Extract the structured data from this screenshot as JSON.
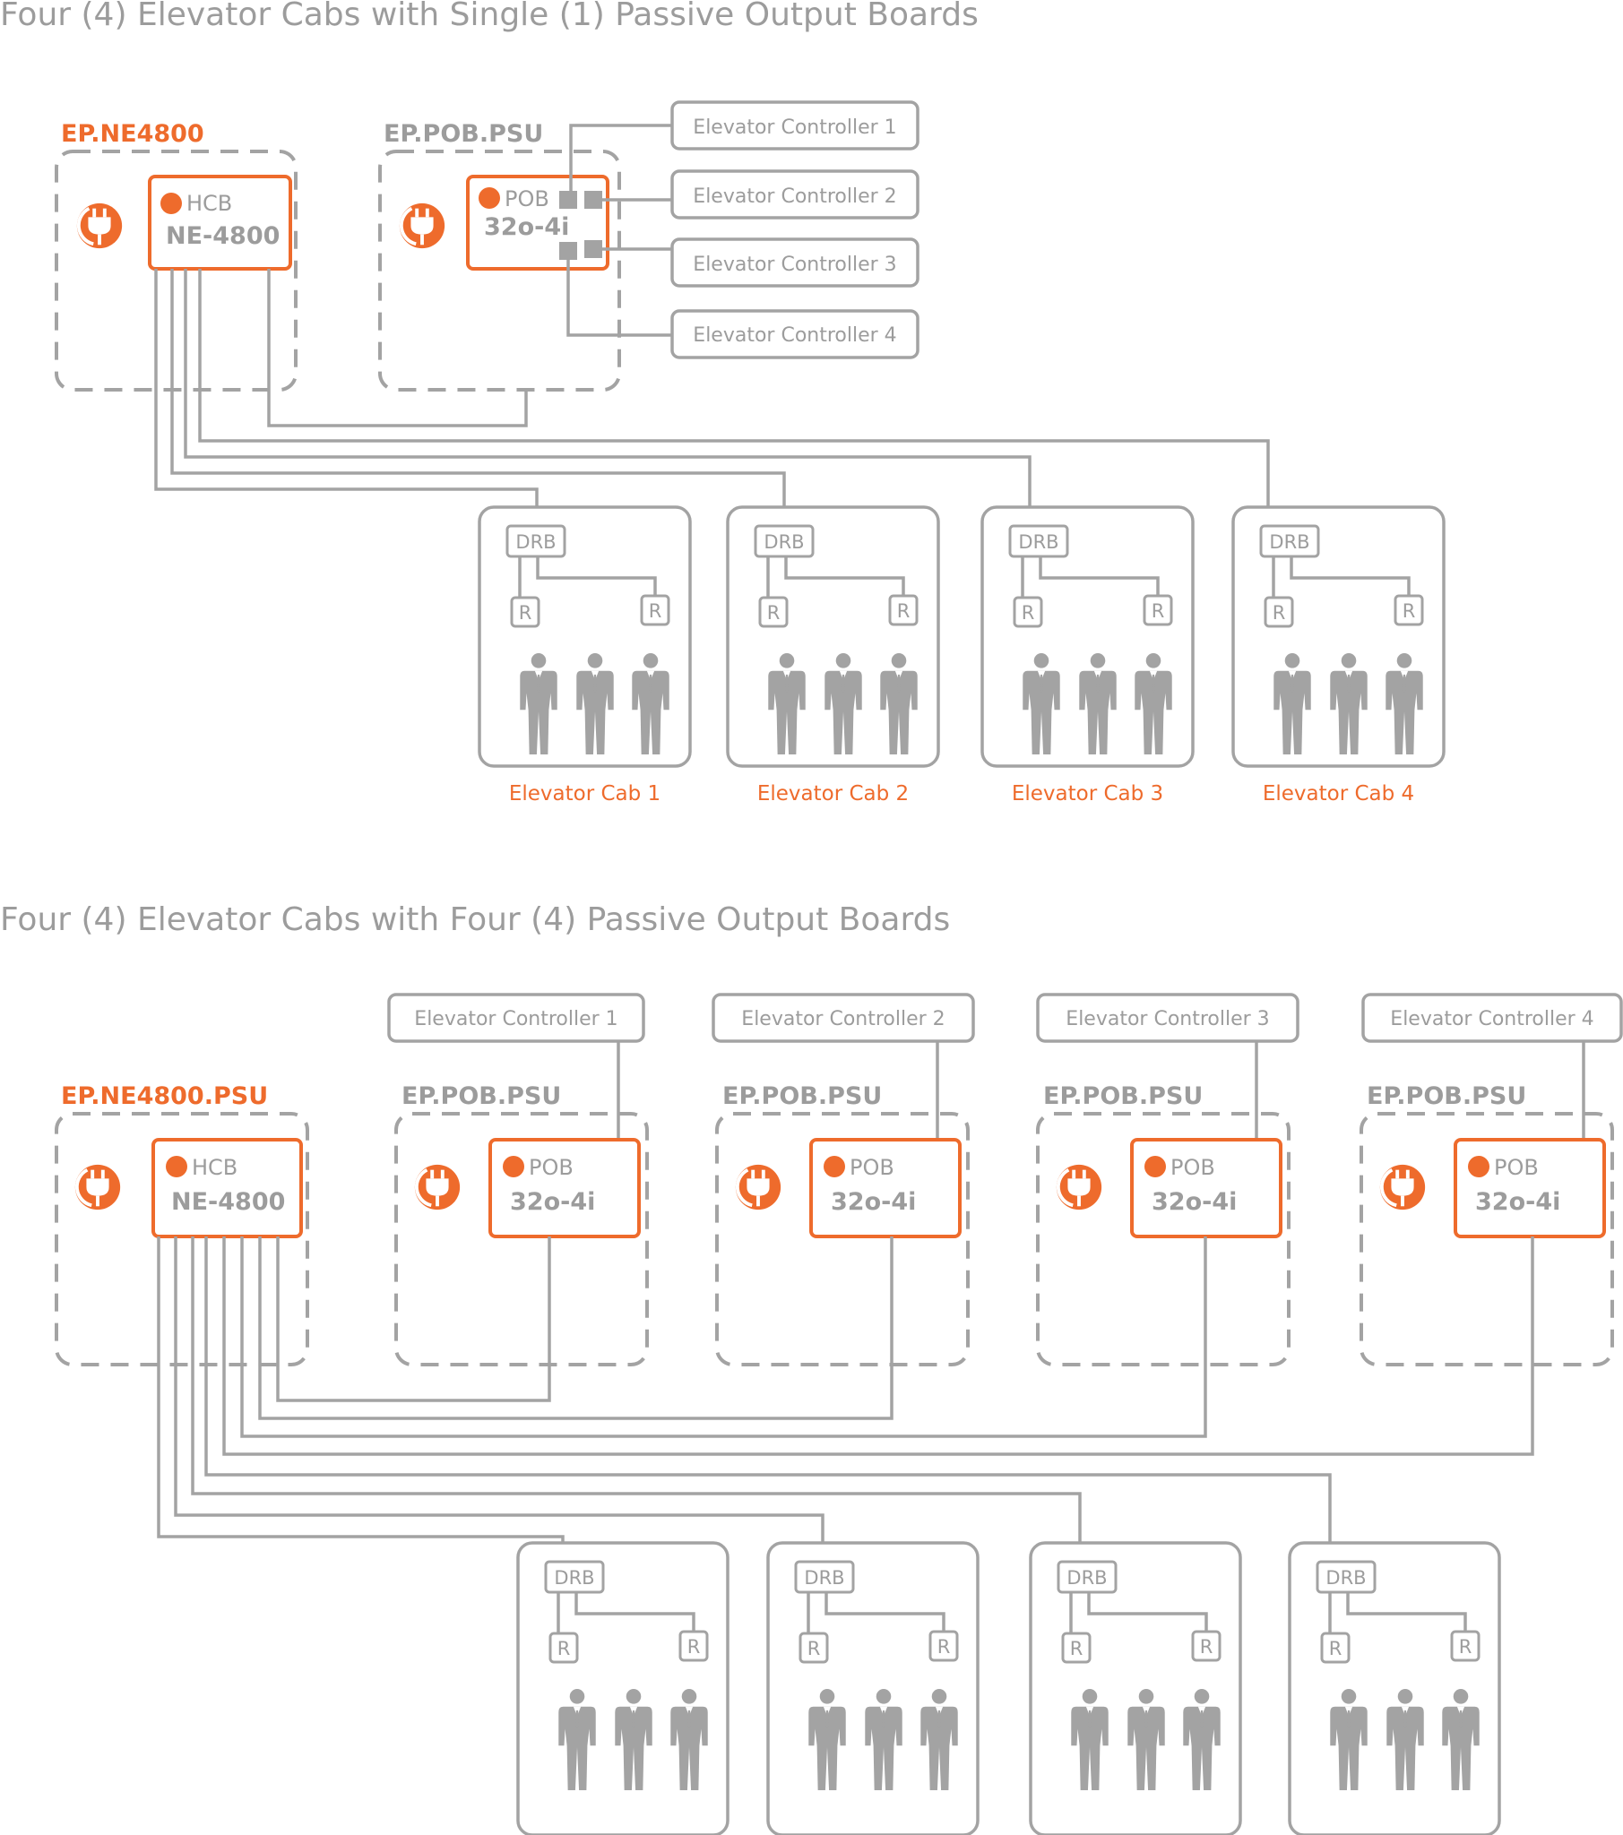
{
  "colors": {
    "accent": "#ee6b2c",
    "gray": "#a3a3a3"
  },
  "icons": {
    "power": "power-plug-icon",
    "person": "person-icon",
    "port": "port-square-icon"
  },
  "diagram1": {
    "title": "Four (4) Elevator Cabs with Single (1) Passive Output Boards",
    "hcb_enclosure": "EP.NE4800",
    "pob_enclosure": "EP.POB.PSU",
    "hcb": {
      "type": "HCB",
      "model": "NE-4800"
    },
    "pob": {
      "type": "POB",
      "model": "32o-4i"
    },
    "controllers": [
      "Elevator Controller 1",
      "Elevator Controller 2",
      "Elevator Controller 3",
      "Elevator Controller 4"
    ],
    "cabs": [
      {
        "name": "Elevator Cab 1",
        "drb": "DRB",
        "readers": [
          "R",
          "R"
        ]
      },
      {
        "name": "Elevator Cab 2",
        "drb": "DRB",
        "readers": [
          "R",
          "R"
        ]
      },
      {
        "name": "Elevator Cab 3",
        "drb": "DRB",
        "readers": [
          "R",
          "R"
        ]
      },
      {
        "name": "Elevator Cab 4",
        "drb": "DRB",
        "readers": [
          "R",
          "R"
        ]
      }
    ]
  },
  "diagram2": {
    "title": "Four (4) Elevator Cabs with Four (4) Passive Output Boards",
    "hcb_enclosure": "EP.NE4800.PSU",
    "hcb": {
      "type": "HCB",
      "model": "NE-4800"
    },
    "pob_units": [
      {
        "enclosure": "EP.POB.PSU",
        "type": "POB",
        "model": "32o-4i",
        "controller": "Elevator Controller 1"
      },
      {
        "enclosure": "EP.POB.PSU",
        "type": "POB",
        "model": "32o-4i",
        "controller": "Elevator Controller 2"
      },
      {
        "enclosure": "EP.POB.PSU",
        "type": "POB",
        "model": "32o-4i",
        "controller": "Elevator Controller 3"
      },
      {
        "enclosure": "EP.POB.PSU",
        "type": "POB",
        "model": "32o-4i",
        "controller": "Elevator Controller 4"
      }
    ],
    "cabs": [
      {
        "drb": "DRB",
        "readers": [
          "R",
          "R"
        ]
      },
      {
        "drb": "DRB",
        "readers": [
          "R",
          "R"
        ]
      },
      {
        "drb": "DRB",
        "readers": [
          "R",
          "R"
        ]
      },
      {
        "drb": "DRB",
        "readers": [
          "R",
          "R"
        ]
      }
    ]
  }
}
